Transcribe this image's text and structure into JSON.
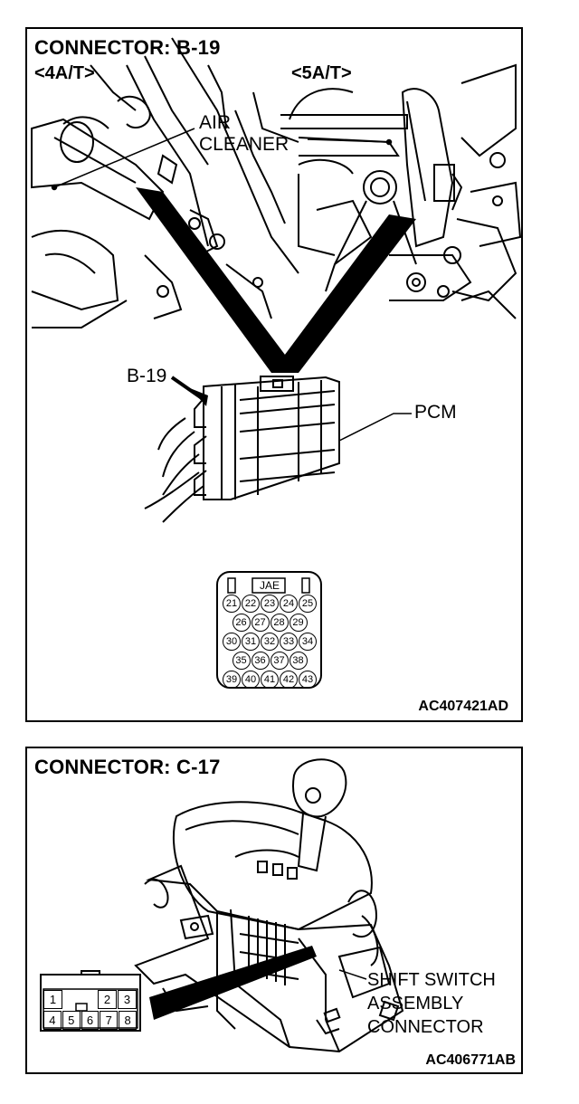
{
  "panel1": {
    "title": "CONNECTOR: B-19",
    "variant_left": "<4A/T>",
    "variant_right": "<5A/T>",
    "air_cleaner_line1": "AIR",
    "air_cleaner_line2": "CLEANER",
    "connector_callout": "B-19",
    "pcm_label": "PCM",
    "connector_brand": "JAE",
    "pin_rows": [
      [
        "21",
        "22",
        "23",
        "24",
        "25"
      ],
      [
        "26",
        "27",
        "28",
        "29"
      ],
      [
        "30",
        "31",
        "32",
        "33",
        "34"
      ],
      [
        "35",
        "36",
        "37",
        "38"
      ],
      [
        "39",
        "40",
        "41",
        "42",
        "43"
      ]
    ],
    "code": "AC407421AD"
  },
  "panel2": {
    "title": "CONNECTOR: C-17",
    "pin_top": [
      "1",
      "2",
      "3"
    ],
    "pin_bottom": [
      "4",
      "5",
      "6",
      "7",
      "8"
    ],
    "callout_line1": "SHIFT SWITCH",
    "callout_line2": "ASSEMBLY",
    "callout_line3": "CONNECTOR",
    "code": "AC406771AB"
  }
}
